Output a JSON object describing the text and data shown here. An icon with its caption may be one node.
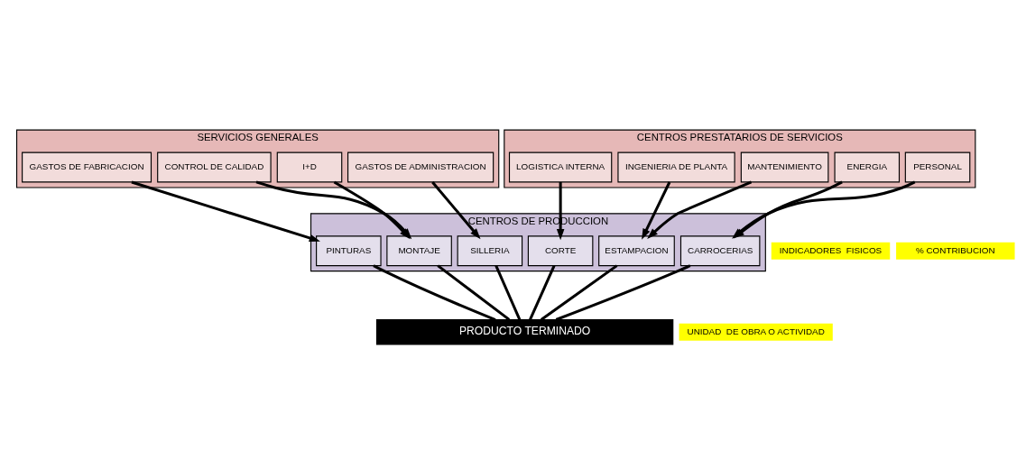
{
  "diagram": {
    "nodes": [
      {
        "text": [
          "CENTROS PRESTATARIOS DE SERVICIOS"
        ]
      },
      {
        "text": [
          "LOGISTICA INTERNA"
        ],
        "in": 0
      },
      {
        "text": [
          "INGENIERIA DE PLANTA"
        ],
        "in": 0
      },
      {
        "text": [
          "MANTENIMIENTO"
        ],
        "in": 0
      },
      {
        "text": [
          "ENERGIA"
        ],
        "in": 0
      },
      {
        "text": [
          "PERSONAL"
        ],
        "in": 0
      },
      {
        "text": [
          "SERVICIOS GENERALES"
        ]
      },
      {
        "text": [
          "GASTOS DE FABRICACION"
        ],
        "in": 6
      },
      {
        "text": [
          "CONTROL DE CALIDAD"
        ],
        "in": 6
      },
      {
        "text": [
          "I+D"
        ],
        "in": 6
      },
      {
        "text": [
          "GASTOS DE ADMINISTRACION"
        ],
        "in": 6
      },
      {
        "text": [
          "CENTROS DE PRODUCCION"
        ]
      },
      {
        "text": [
          "CORTE"
        ],
        "in": 11
      },
      {
        "text": [
          "ESTAMPACION"
        ],
        "in": 11
      },
      {
        "text": [
          "CARROCERIAS"
        ],
        "in": 11
      },
      {
        "text": [
          "PINTURAS"
        ],
        "in": 11
      },
      {
        "text": [
          "MONTAJE"
        ],
        "in": 11
      },
      {
        "text": [
          "SILLERIA"
        ],
        "in": 11
      },
      {
        "text": [
          "PRODUCTO TERMINADO"
        ]
      }
    ],
    "edges": [
      {
        "from": 1,
        "to": 12,
        "arrow": "to"
      },
      {
        "from": 2,
        "to": 13,
        "arrow": "to"
      },
      {
        "from": 3,
        "to": 13,
        "arrow": "to"
      },
      {
        "from": 4,
        "to": 14,
        "arrow": "to"
      },
      {
        "from": 5,
        "to": 14,
        "arrow": "to"
      },
      {
        "from": 7,
        "to": 15,
        "arrow": "to"
      },
      {
        "from": 8,
        "to": 16,
        "arrow": "to"
      },
      {
        "from": 9,
        "to": 16,
        "arrow": "to"
      },
      {
        "from": 10,
        "to": 17,
        "arrow": "to"
      },
      {
        "from": 12,
        "to": 18,
        "arrow": "none"
      },
      {
        "from": 13,
        "to": 18,
        "arrow": "none"
      },
      {
        "from": 14,
        "to": 18,
        "arrow": "none"
      },
      {
        "from": 15,
        "to": 18,
        "arrow": "none"
      },
      {
        "from": 16,
        "to": 18,
        "arrow": "none"
      },
      {
        "from": 17,
        "to": 18,
        "arrow": "none"
      }
    ],
    "labels": [
      "INDICADORES  FISICOS",
      "% CONTRIBUCION",
      "UNIDAD  DE OBRA O ACTIVIDAD"
    ]
  }
}
